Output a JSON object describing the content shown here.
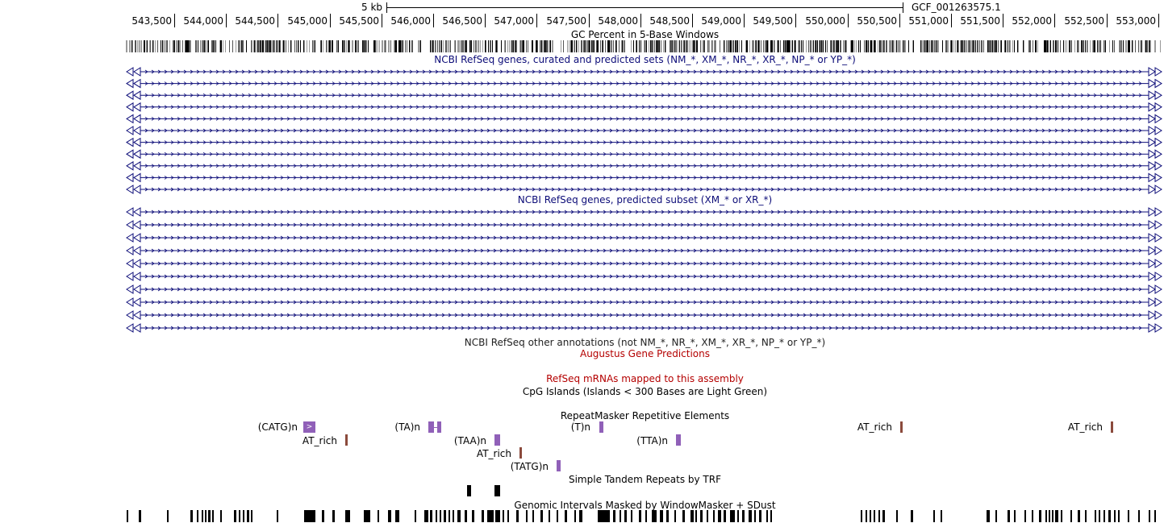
{
  "scale": {
    "label": "5 kb",
    "assembly": "GCF_001263575.1"
  },
  "ruler": {
    "ticks": [
      "543,500",
      "544,000",
      "544,500",
      "545,000",
      "545,500",
      "546,000",
      "546,500",
      "547,000",
      "547,500",
      "548,000",
      "548,500",
      "549,000",
      "549,500",
      "550,000",
      "550,500",
      "551,000",
      "551,500",
      "552,000",
      "552,500",
      "553,000"
    ]
  },
  "tracks": {
    "gc_percent": "GC Percent in 5-Base Windows",
    "refseq_all": "NCBI RefSeq genes, curated and predicted sets (NM_*, XM_*, NR_*, XR_*, NP_* or YP_*)",
    "refseq_predicted": "NCBI RefSeq genes, predicted subset (XM_* or XR_*)",
    "refseq_other": "NCBI RefSeq other annotations (not NM_*, NR_*, XM_*, XR_*, NP_* or YP_*)",
    "augustus": "Augustus Gene Predictions",
    "refseq_mrna": "RefSeq mRNAs mapped to this assembly",
    "cpg": "CpG Islands (Islands < 300 Bases are Light Green)",
    "repeatmasker": "RepeatMasker Repetitive Elements",
    "trf": "Simple Tandem Repeats by TRF",
    "windowmasker": "Genomic Intervals Masked by WindowMasker + SDust"
  },
  "repeats": [
    {
      "label": "(CATG)n"
    },
    {
      "label": "(TA)n"
    },
    {
      "label": "(T)n"
    },
    {
      "label": "AT_rich"
    },
    {
      "label": "AT_rich"
    },
    {
      "label": "AT_rich"
    },
    {
      "label": "(TAA)n"
    },
    {
      "label": "(TTA)n"
    },
    {
      "label": "AT_rich"
    },
    {
      "label": "(TATG)n"
    }
  ],
  "colors": {
    "gene": "#0c0c78",
    "repeat": "#9060b8",
    "at_rich": "#8b4a3c",
    "red_label": "#b40000"
  },
  "gene_rows": {
    "refseq_all": 11,
    "refseq_predicted": 10
  },
  "icons": {
    "strand_arrow": "chevron-right-icon",
    "left_end": "triangle-left-icon",
    "right_end": "triangle-right-icon"
  }
}
